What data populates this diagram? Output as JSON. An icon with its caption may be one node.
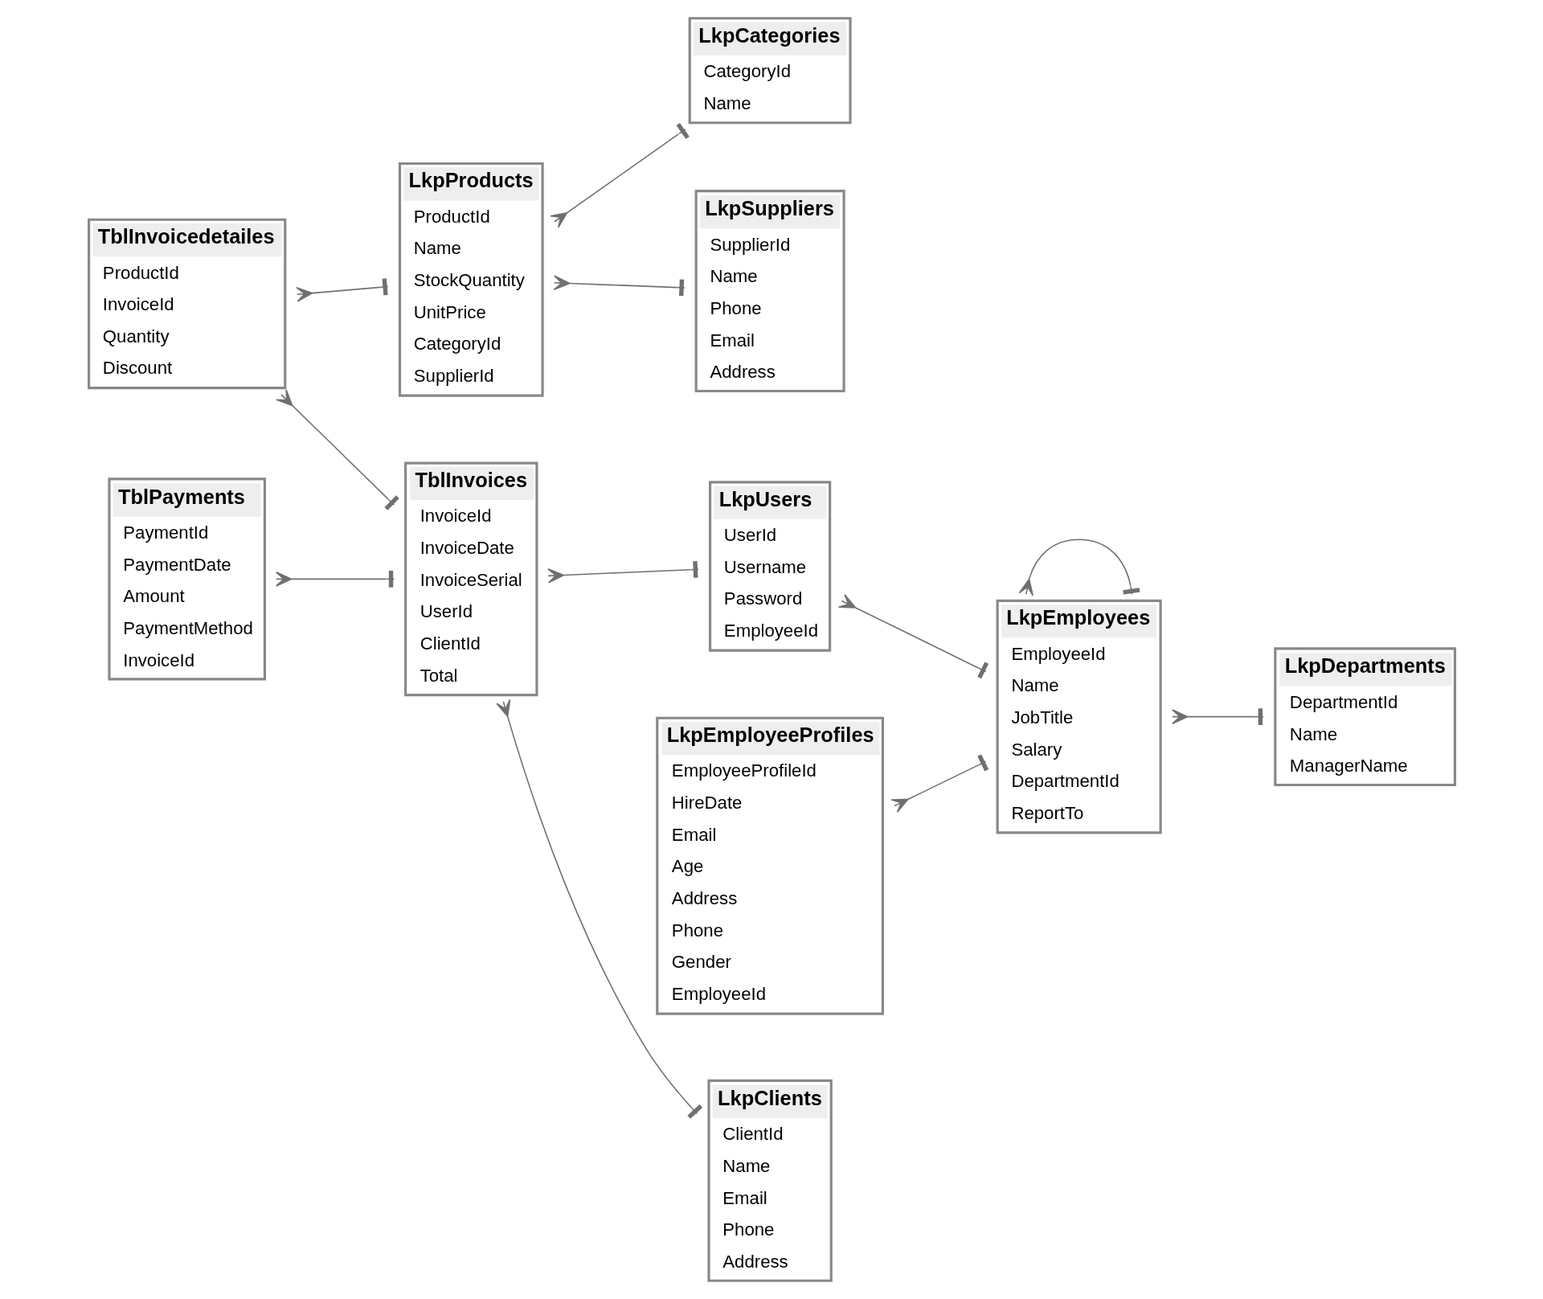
{
  "diagram": {
    "nodes": [
      {
        "text": [
          "TblInvoicedetailes",
          "ProductId",
          "InvoiceId",
          "Quantity",
          "Discount"
        ]
      },
      {
        "text": [
          "TblPayments",
          "PaymentId",
          "PaymentDate",
          "Amount",
          "PaymentMethod",
          "InvoiceId"
        ]
      },
      {
        "text": [
          "LkpProducts",
          "ProductId",
          "Name",
          "StockQuantity",
          "UnitPrice",
          "CategoryId",
          "SupplierId"
        ]
      },
      {
        "text": [
          "LkpCategories",
          "CategoryId",
          "Name"
        ]
      },
      {
        "text": [
          "TblInvoices",
          "InvoiceId",
          "InvoiceDate",
          "InvoiceSerial",
          "UserId",
          "ClientId",
          "Total"
        ]
      },
      {
        "text": [
          "LkpUsers",
          "UserId",
          "Username",
          "Password",
          "EmployeeId"
        ]
      },
      {
        "text": [
          "LkpSuppliers",
          "SupplierId",
          "Name",
          "Phone",
          "Email",
          "Address"
        ]
      },
      {
        "text": [
          "LkpEmployees",
          "EmployeeId",
          "Name",
          "JobTitle",
          "Salary",
          "DepartmentId",
          "ReportTo"
        ]
      },
      {
        "text": [
          "LkpEmployeeProfiles",
          "EmployeeProfileId",
          "HireDate",
          "Email",
          "Age",
          "Address",
          "Phone",
          "Gender",
          "EmployeeId"
        ]
      },
      {
        "text": [
          "LkpClients",
          "ClientId",
          "Name",
          "Email",
          "Phone",
          "Address"
        ]
      },
      {
        "text": [
          "LkpDepartments",
          "DepartmentId",
          "Name",
          "ManagerName"
        ]
      }
    ],
    "edges": [
      {
        "from": 4,
        "to": 0,
        "arrow": "other"
      },
      {
        "from": 2,
        "to": 0,
        "arrow": "other"
      },
      {
        "from": 4,
        "to": 1,
        "arrow": "other"
      },
      {
        "from": 3,
        "to": 2,
        "arrow": "other"
      },
      {
        "from": 6,
        "to": 2,
        "arrow": "other"
      },
      {
        "from": 5,
        "to": 4,
        "arrow": "other"
      },
      {
        "from": 9,
        "to": 4,
        "arrow": "other"
      },
      {
        "from": 7,
        "to": 5,
        "arrow": "other"
      },
      {
        "from": 7,
        "to": 7,
        "arrow": "other"
      },
      {
        "from": 10,
        "to": 7,
        "arrow": "other"
      },
      {
        "from": 7,
        "to": 8,
        "arrow": "other"
      }
    ]
  }
}
